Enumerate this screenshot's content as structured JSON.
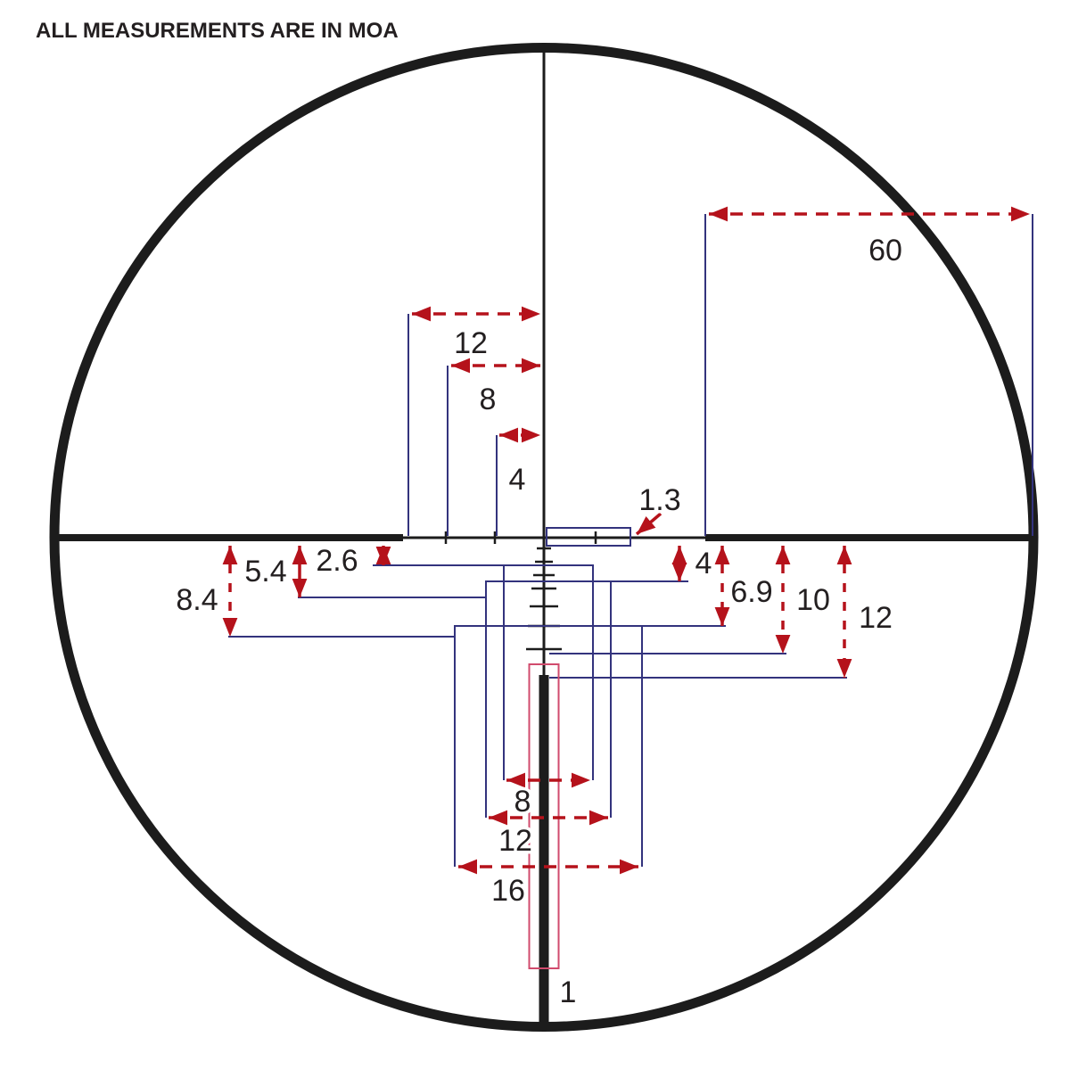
{
  "title": "ALL MEASUREMENTS ARE IN MOA",
  "colors": {
    "reticle_black": "#1c1c1c",
    "dimension_red": "#b5121b",
    "extension_navy": "#33337d",
    "highlight_pink": "#d14b6d",
    "label_text": "#231f20",
    "background": "#ffffff"
  },
  "measurements": {
    "unit": "MOA",
    "right_post_width": "60",
    "upper_width_12": "12",
    "upper_width_8": "8",
    "upper_width_4": "4",
    "center_gap": "1.3",
    "left_drop_1": "2.6",
    "left_drop_2": "5.4",
    "left_drop_3": "8.4",
    "right_drop_1": "4",
    "right_drop_2": "6.9",
    "right_drop_3": "10",
    "right_drop_4": "12",
    "lower_width_1": "8",
    "lower_width_2": "12",
    "lower_width_3": "16",
    "post_width": "1"
  }
}
